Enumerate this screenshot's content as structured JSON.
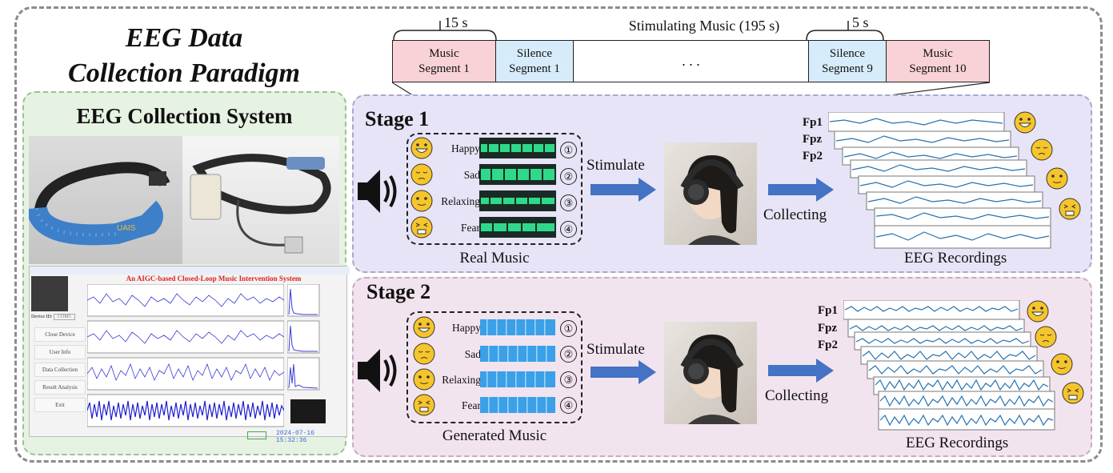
{
  "title": {
    "line1": "EEG Data",
    "line2": "Collection Paradigm"
  },
  "left_panel": {
    "heading": "EEG Collection System",
    "device_label": "UAIS",
    "software": {
      "window_title": "An AIGC-based Closed-Loop Music Intervention System",
      "device_id_label": "Device ID:",
      "device_id_value": "COM3",
      "buttons": [
        "Close Device",
        "User Info",
        "Data Collection",
        "Result Analysis",
        "Exit"
      ],
      "timestamp": "2024-07-16 15:32:36"
    }
  },
  "timeline": {
    "title": "Stimulating Music (195 s)",
    "dur_left": "15 s",
    "dur_right": "5 s",
    "segments": [
      {
        "line1": "Music",
        "line2": "Segment 1",
        "color": "#f8d2d6"
      },
      {
        "line1": "Silence",
        "line2": "Segment 1",
        "color": "#d7ecfa"
      },
      {
        "line1": ". . .",
        "line2": "",
        "color": "#ffffff"
      },
      {
        "line1": "Silence",
        "line2": "Segment 9",
        "color": "#d7ecfa"
      },
      {
        "line1": "Music",
        "line2": "Segment 10",
        "color": "#f8d2d6"
      }
    ]
  },
  "stage1": {
    "label": "Stage 1",
    "emotions": [
      {
        "name": "Happy",
        "num": "①",
        "icon": "grinning-face-icon"
      },
      {
        "name": "Sad",
        "num": "②",
        "icon": "pensive-face-icon"
      },
      {
        "name": "Relaxing",
        "num": "③",
        "icon": "slight-smile-face-icon"
      },
      {
        "name": "Fear",
        "num": "④",
        "icon": "fearful-face-icon"
      }
    ],
    "music_label": "Real Music",
    "stimulate": "Stimulate",
    "collecting": "Collecting",
    "recordings": "EEG Recordings",
    "channels": [
      "Fp1",
      "Fpz",
      "Fp2"
    ]
  },
  "stage2": {
    "label": "Stage 2",
    "emotions": [
      {
        "name": "Happy",
        "num": "①",
        "icon": "grinning-face-icon"
      },
      {
        "name": "Sad",
        "num": "②",
        "icon": "pensive-face-icon"
      },
      {
        "name": "Relaxing",
        "num": "③",
        "icon": "slight-smile-face-icon"
      },
      {
        "name": "Fear",
        "num": "④",
        "icon": "fearful-face-icon"
      }
    ],
    "music_label": "Generated Music",
    "stimulate": "Stimulate",
    "collecting": "Collecting",
    "recordings": "EEG Recordings",
    "channels": [
      "Fp1",
      "Fpz",
      "Fp2"
    ]
  },
  "colors": {
    "waveform_green": "#2fd98a",
    "waveform_blue": "#3aa0e8",
    "eeg_trace": "#2672b0",
    "arrow": "#4472c4"
  }
}
